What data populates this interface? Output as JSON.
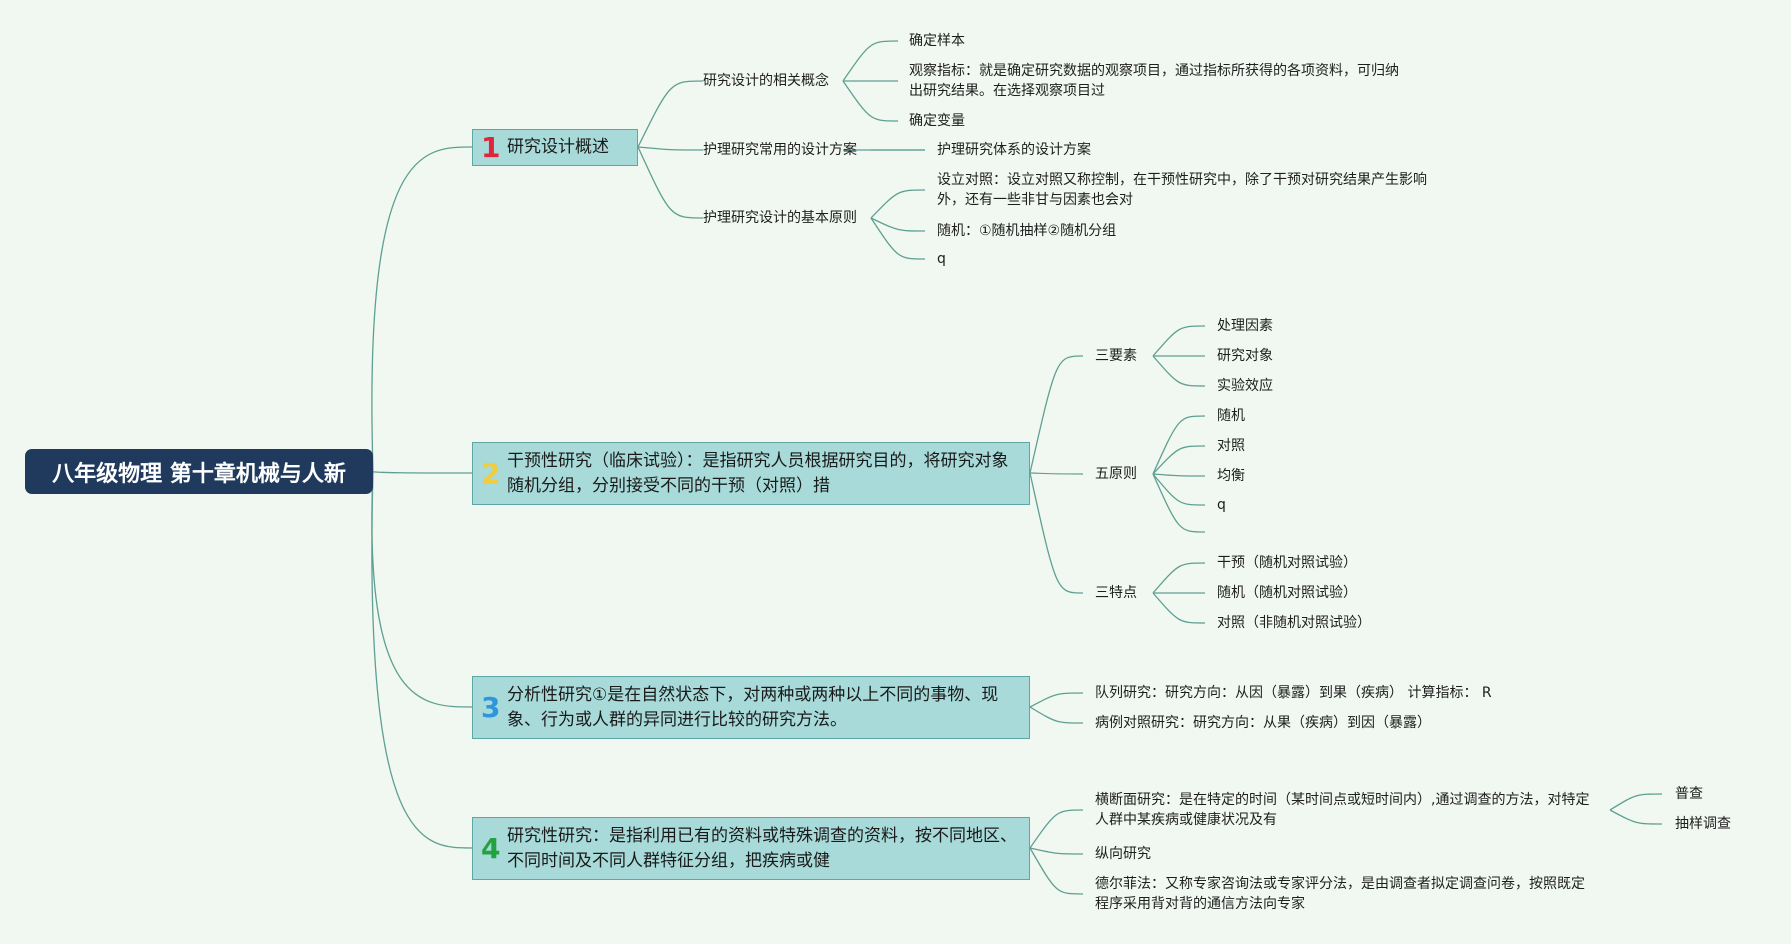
{
  "root": {
    "label": "八年级物理 第十章机械与人新"
  },
  "colors": {
    "line": "#5f9f93",
    "topic1": "#e0243a",
    "topic2": "#f0cc3e",
    "topic3": "#2e96df",
    "topic4": "#23a340"
  },
  "topics": [
    {
      "num": "1",
      "label": "研究设计概述",
      "children": [
        {
          "label": "研究设计的相关概念",
          "children": [
            {
              "label": "确定样本"
            },
            {
              "label": "观察指标：就是确定研究数据的观察项目，通过指标所获得的各项资料，可归纳出研究结果。在选择观察项目过"
            },
            {
              "label": "确定变量"
            }
          ]
        },
        {
          "label": "护理研究常用的设计方案",
          "children": [
            {
              "label": "护理研究体系的设计方案"
            }
          ]
        },
        {
          "label": "护理研究设计的基本原则",
          "children": [
            {
              "label": "设立对照：设立对照又称控制，在干预性研究中，除了干预对研究结果产生影响外，还有一些非甘与因素也会对"
            },
            {
              "label": "随机：①随机抽样②随机分组"
            },
            {
              "label": "q"
            }
          ]
        }
      ]
    },
    {
      "num": "2",
      "label": "干预性研究（临床试验）：是指研究人员根据研究目的，将研究对象随机分组，分别接受不同的干预（对照）措",
      "children": [
        {
          "label": "三要素",
          "children": [
            {
              "label": "处理因素"
            },
            {
              "label": "研究对象"
            },
            {
              "label": "实验效应"
            }
          ]
        },
        {
          "label": "五原则",
          "children": [
            {
              "label": "随机"
            },
            {
              "label": "对照"
            },
            {
              "label": "均衡"
            },
            {
              "label": "q"
            },
            {
              "label": ""
            }
          ]
        },
        {
          "label": "三特点",
          "children": [
            {
              "label": "干预（随机对照试验）"
            },
            {
              "label": "随机（随机对照试验）"
            },
            {
              "label": "对照（非随机对照试验）"
            }
          ]
        }
      ]
    },
    {
      "num": "3",
      "label": "分析性研究①是在自然状态下，对两种或两种以上不同的事物、现象、行为或人群的异同进行比较的研究方法。",
      "children": [
        {
          "label": "队列研究：研究方向：从因（暴露）到果（疾病） 计算指标： R"
        },
        {
          "label": "病例对照研究：研究方向：从果（疾病）到因（暴露）"
        }
      ]
    },
    {
      "num": "4",
      "label": "研究性研究：是指利用已有的资料或特殊调查的资料，按不同地区、不同时间及不同人群特征分组，把疾病或健",
      "children": [
        {
          "label": "横断面研究：是在特定的时间（某时间点或短时间内）,通过调查的方法，对特定人群中某疾病或健康状况及有",
          "children": [
            {
              "label": "普查"
            },
            {
              "label": "抽样调查"
            }
          ]
        },
        {
          "label": "纵向研究"
        },
        {
          "label": "德尔菲法：又称专家咨询法或专家评分法，是由调查者拟定调查问卷，按照既定程序采用背对背的通信方法向专家"
        }
      ]
    }
  ]
}
